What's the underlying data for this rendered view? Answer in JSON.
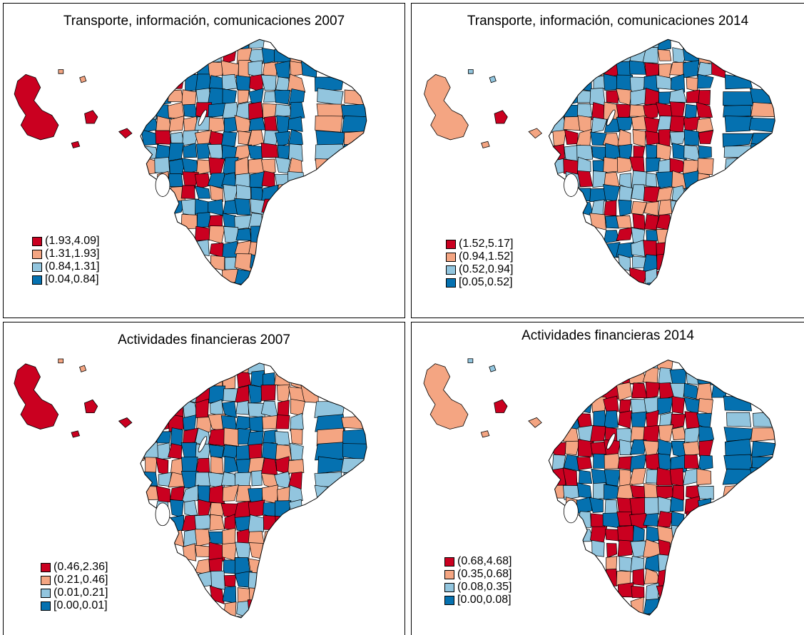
{
  "palette": {
    "high": "#ca0020",
    "mid_high": "#f4a582",
    "mid_low": "#92c5de",
    "low": "#0571b0",
    "border": "#000000",
    "background": "#ffffff"
  },
  "panels": [
    {
      "title": "Transporte, información, comunicaciones 2007",
      "legend": [
        {
          "label": "(1.93,4.09]",
          "class": "high"
        },
        {
          "label": "(1.31,1.93]",
          "class": "mid_high"
        },
        {
          "label": "(0.84,1.31]",
          "class": "mid_low"
        },
        {
          "label": "[0.04,0.84]",
          "class": "low"
        }
      ]
    },
    {
      "title": "Transporte, información, comunicaciones 2014",
      "legend": [
        {
          "label": "(1.52,5.17]",
          "class": "high"
        },
        {
          "label": "(0.94,1.52]",
          "class": "mid_high"
        },
        {
          "label": "(0.52,0.94]",
          "class": "mid_low"
        },
        {
          "label": "[0.05,0.52]",
          "class": "low"
        }
      ]
    },
    {
      "title": "Actividades financieras 2007",
      "legend": [
        {
          "label": "(0.46,2.36]",
          "class": "high"
        },
        {
          "label": "(0.21,0.46]",
          "class": "mid_high"
        },
        {
          "label": "(0.01,0.21]",
          "class": "mid_low"
        },
        {
          "label": "[0.00,0.01]",
          "class": "low"
        }
      ]
    },
    {
      "title": "Actividades financieras 2014",
      "legend": [
        {
          "label": "(0.68,4.68]",
          "class": "high"
        },
        {
          "label": "(0.35,0.68]",
          "class": "mid_high"
        },
        {
          "label": "(0.08,0.35]",
          "class": "mid_low"
        },
        {
          "label": "[0.00,0.08]",
          "class": "low"
        }
      ]
    }
  ]
}
